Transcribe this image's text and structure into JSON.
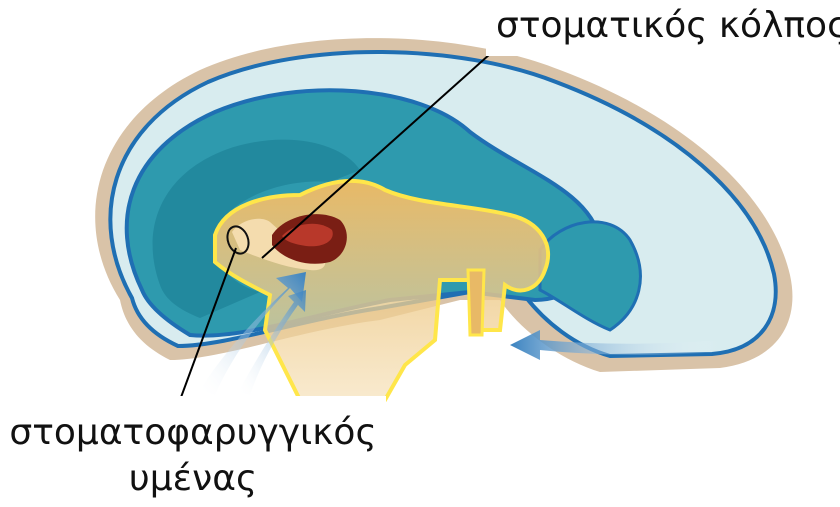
{
  "labels": {
    "stomodeum": "στοματικός κόλπος",
    "membrane_line1": "στοματοφαρυγγικός",
    "membrane_line2": "υμένας"
  },
  "colors": {
    "background": "#ffffff",
    "outer_rim": "#d9c3a8",
    "ectoderm_line": "#1f6fb3",
    "light_cavity": "#d8ecef",
    "teal_tissue": "#2e9aae",
    "dark_teal": "#1a7c92",
    "endoderm_gold": "#e8b966",
    "yellow_line": "#ffe64a",
    "dark_red": "#7a1e14",
    "arrow_blue": "#3b83c0",
    "leader_line": "#000000"
  }
}
